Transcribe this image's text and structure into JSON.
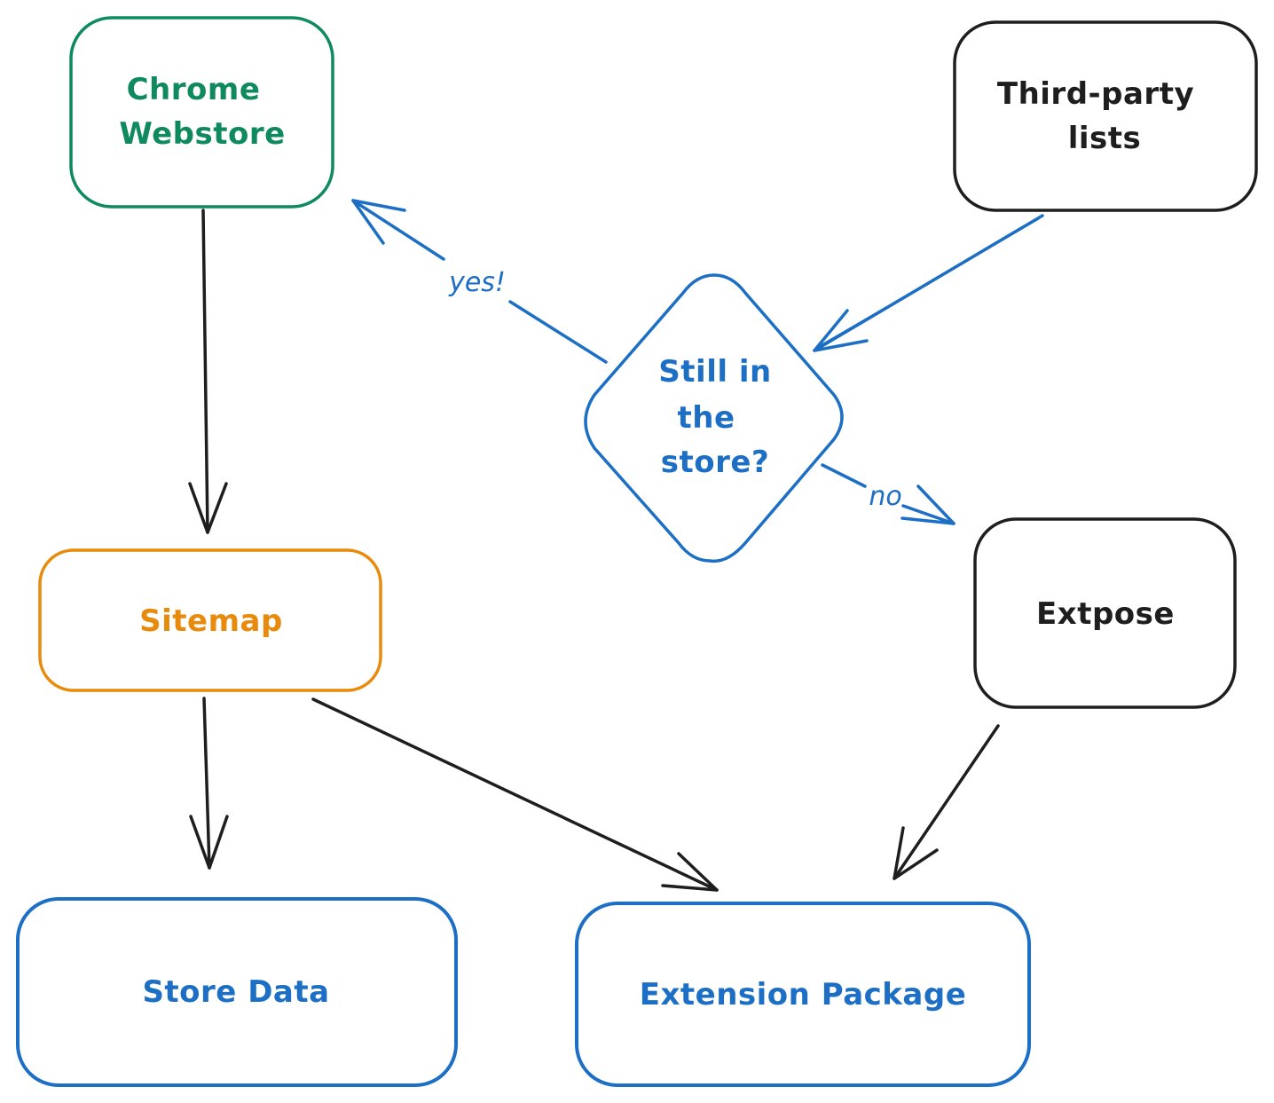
{
  "colors": {
    "green": "#0f8a5f",
    "orange": "#e88a0c",
    "blue": "#1c6fc4",
    "black": "#1e1e1e"
  },
  "nodes": {
    "chrome_webstore": {
      "line1": "Chrome",
      "line2": "Webstore"
    },
    "third_party_lists": {
      "line1": "Third-party",
      "line2": "lists"
    },
    "decision": {
      "line1": "Still in",
      "line2": "the",
      "line3": "store?"
    },
    "sitemap": {
      "label": "Sitemap"
    },
    "extpose": {
      "label": "Extpose"
    },
    "store_data": {
      "label": "Store Data"
    },
    "extension_package": {
      "label": "Extension Package"
    }
  },
  "edges": {
    "yes_label": "yes!",
    "no_label": "no"
  }
}
